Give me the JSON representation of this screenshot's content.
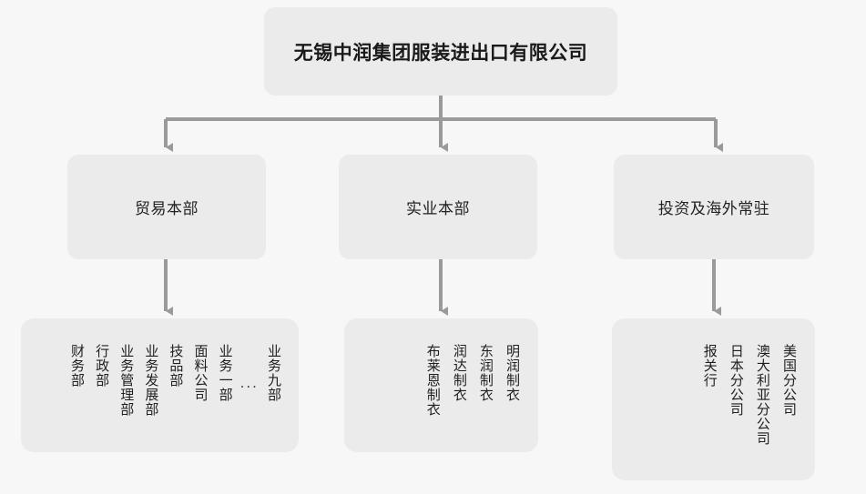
{
  "chart_type": "org-chart",
  "colors": {
    "background": "#f7f7f7",
    "node_fill": "#ebebeb",
    "connector": "#9a9a9a",
    "text": "#1f1f1f"
  },
  "root": {
    "label": "无锡中润集团服装进出口有限公司"
  },
  "divisions": [
    {
      "label": "贸易本部"
    },
    {
      "label": "实业本部"
    },
    {
      "label": "投资及海外常驻"
    }
  ],
  "groups": [
    {
      "parent": "贸易本部",
      "items": [
        "业务九部",
        "...",
        "业务一部",
        "面料公司",
        "技品部",
        "业务发展部",
        "业务管理部",
        "行政部",
        "财务部"
      ]
    },
    {
      "parent": "实业本部",
      "items": [
        "明润制衣",
        "东润制衣",
        "润达制衣",
        "布莱恩制衣"
      ]
    },
    {
      "parent": "投资及海外常驻",
      "items": [
        "美国分公司",
        "澳大利亚分公司",
        "日本分公司",
        "报关行"
      ]
    }
  ]
}
